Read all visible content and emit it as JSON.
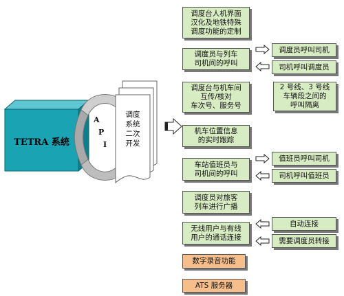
{
  "tetra": {
    "label": "TETRA 系统",
    "colors": {
      "front": "#1aa3b3",
      "side": "#0d7f8c",
      "top": "#5fc7d2"
    }
  },
  "api": {
    "letters": [
      "A",
      "P",
      "I"
    ]
  },
  "dispatch_doc": {
    "text": "调度\n系统\n二次\n开发"
  },
  "main_functions": [
    {
      "id": "console-localization",
      "text": "调度台人机界面\n汉化及地铁特殊\n调度功能的定制",
      "color": "green"
    },
    {
      "id": "dispatcher-driver-call",
      "text": "调度员与列车\n司机间的呼叫",
      "color": "green"
    },
    {
      "id": "console-onboard-exchange",
      "text": "调度台与机车间\n互传/核对\n车次号、服务号",
      "color": "green"
    },
    {
      "id": "locomotive-tracking",
      "text": "机车位置信息\n的实时跟踪",
      "color": "green"
    },
    {
      "id": "station-driver-call",
      "text": "车站值班员与\n司机间的呼叫",
      "color": "green"
    },
    {
      "id": "passenger-broadcast",
      "text": "调度员对旅客\n列车进行广播",
      "color": "green"
    },
    {
      "id": "wireless-wired-call",
      "text": "无线用户与有线\n用户的通话连接",
      "color": "green"
    },
    {
      "id": "digital-recording",
      "text": "数字录音功能",
      "color": "orange"
    },
    {
      "id": "ats-server",
      "text": "ATS 服务器",
      "color": "orange"
    }
  ],
  "sub_functions": [
    {
      "id": "dispatcher-calls-driver",
      "text": "调度员呼叫司机",
      "direction": "right"
    },
    {
      "id": "driver-calls-dispatcher",
      "text": "司机呼叫调度员",
      "direction": "left"
    },
    {
      "id": "line-isolation",
      "text": "2 号线、3 号线\n车辆段之间的\n呼叫隔离",
      "direction": "none"
    },
    {
      "id": "duty-calls-driver",
      "text": "值班员呼叫司机",
      "direction": "right"
    },
    {
      "id": "driver-calls-duty",
      "text": "司机呼叫值班员",
      "direction": "left"
    },
    {
      "id": "auto-connect",
      "text": "自动连接",
      "direction": "left"
    },
    {
      "id": "manual-transfer",
      "text": "需要调度员转接",
      "direction": "left"
    }
  ],
  "colors": {
    "green": "#d7ecc2",
    "orange": "#f5be8a",
    "border": "#555555"
  }
}
